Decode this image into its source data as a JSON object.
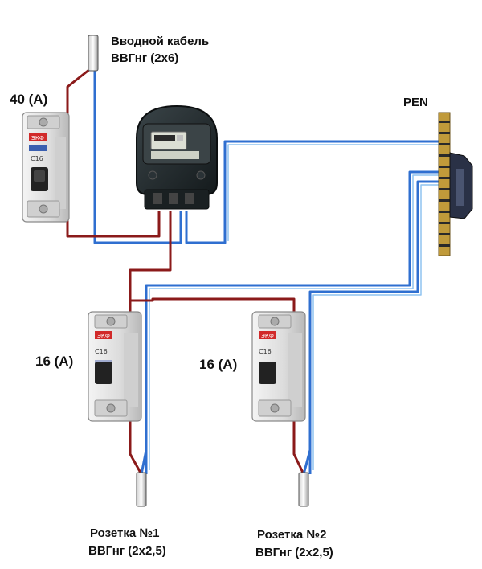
{
  "labels": {
    "input_cable_line1": "Вводной кабель",
    "input_cable_line2": "ВВГнг (2х6)",
    "main_breaker_rating": "40 (А)",
    "pen": "PEN",
    "breaker1_rating": "16 (А)",
    "breaker2_rating": "16 (А)",
    "socket1_line1": "Розетка №1",
    "socket1_line2": "ВВГнг (2х2,5)",
    "socket2_line1": "Розетка №2",
    "socket2_line2": "ВВГнг (2х2,5)"
  },
  "breaker_text": {
    "brand": "ЭКФ",
    "model": "C16"
  },
  "colors": {
    "phase_wire": "#8b1a1a",
    "neutral_wire": "#2f6fd0",
    "neutral_wire_light": "#8fc3f0",
    "meter_body": "#1f2629",
    "breaker_body": "#e4e4e4",
    "busbar_gold": "#c09a3a"
  }
}
